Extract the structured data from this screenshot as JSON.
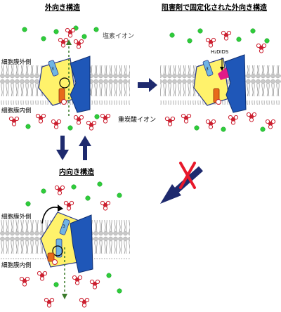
{
  "titles": {
    "outward": "外向き構造",
    "blocked": "阻害剤で固定化された外向き構造",
    "inward": "内向き構造"
  },
  "labels": {
    "extracellular_top": "細胞膜外側",
    "intracellular_top": "細胞膜内側",
    "extracellular_bottom": "細胞膜外側",
    "intracellular_bottom": "細胞膜内側",
    "chloride": "塩素イオン",
    "bicarbonate": "重炭酸イオン",
    "inhibitor": "H₂DIDS"
  },
  "colors": {
    "membrane_lipid": "#c8c8c8",
    "membrane_tail": "#7a7a7a",
    "transport_domain": "#fff26b",
    "gate_domain": "#1f57b8",
    "helix": "#6fb4e4",
    "chloride_ion": "#2ecc3a",
    "bicarbonate_ion": "#cc2030",
    "inhibitor": "#e01a88",
    "arrow": "#1e2a6e",
    "block_cross": "#e8182a",
    "pathway_arrow": "#3a7a2a"
  }
}
